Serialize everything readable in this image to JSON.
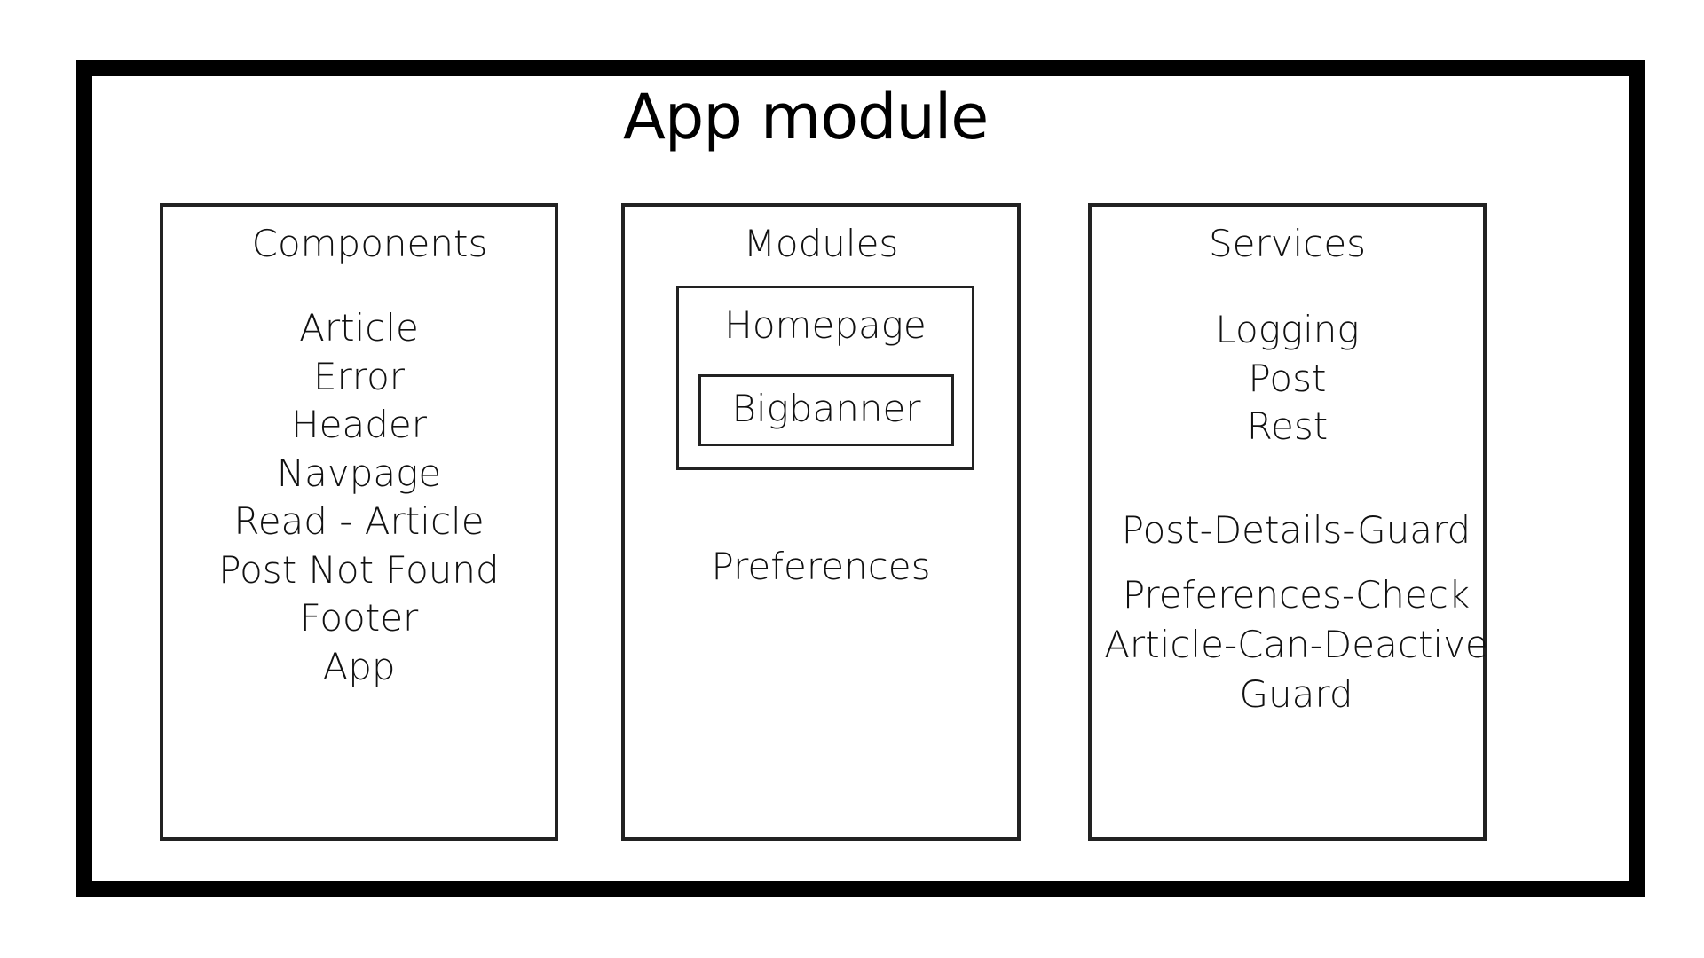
{
  "title": "App module",
  "components": {
    "title": "Components",
    "items": [
      "Article",
      "Error",
      "Header",
      "Navpage",
      "Read - Article",
      "Post Not Found",
      "Footer",
      "App"
    ]
  },
  "modules": {
    "title": "Modules",
    "homepage": "Homepage",
    "bigbanner": "Bigbanner",
    "preferences": "Preferences"
  },
  "services": {
    "title": "Services",
    "items": [
      "Logging",
      "Post",
      "Rest"
    ],
    "guards": [
      "Post-Details-Guard",
      "Preferences-Check",
      "Article-Can-Deactive",
      "Guard"
    ]
  },
  "colors": {
    "outer_border": "#000000",
    "panel_border": "#222222",
    "text": "#111111",
    "background": "#ffffff"
  }
}
